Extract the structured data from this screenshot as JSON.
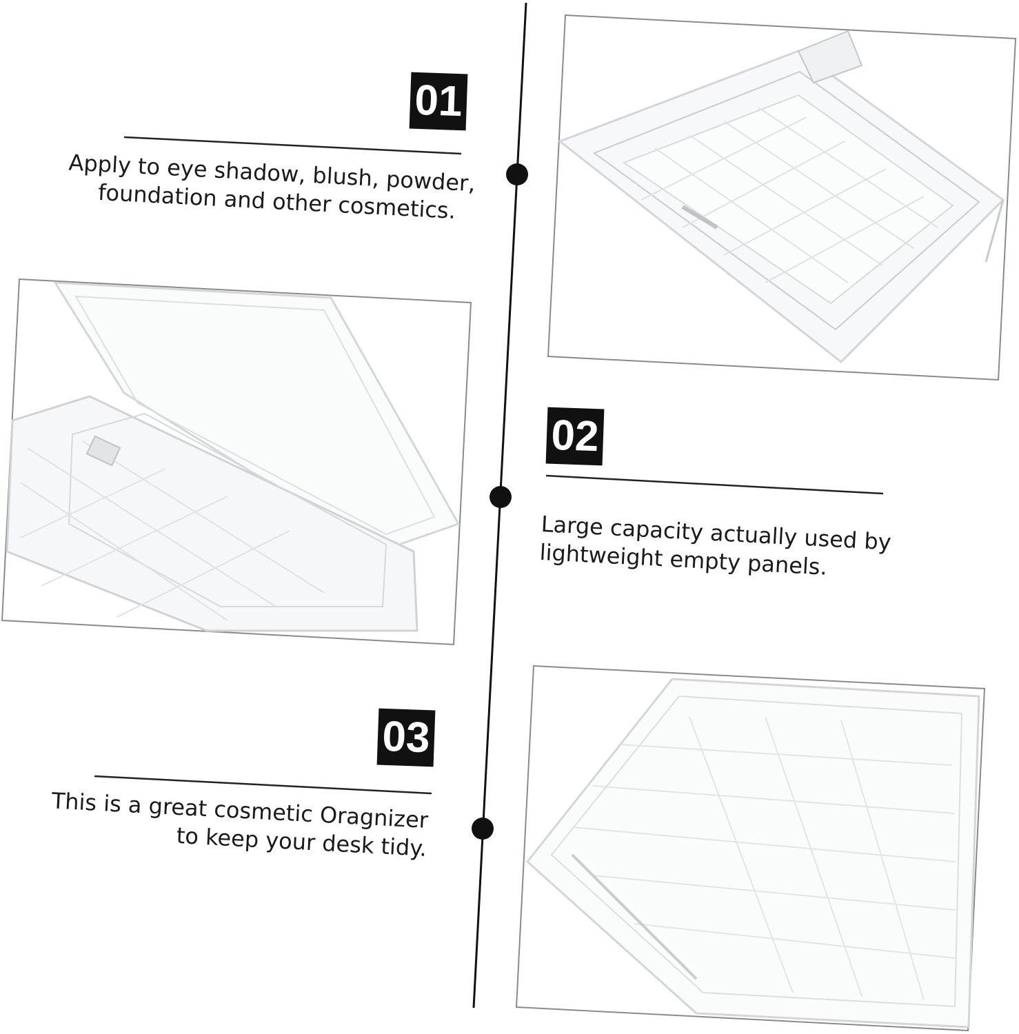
{
  "features": [
    {
      "number": "01",
      "lines": [
        "Apply to eye shadow, blush, powder,",
        "foundation and other cosmetics."
      ]
    },
    {
      "number": "02",
      "lines": [
        "Large capacity actually used by",
        "lightweight empty panels."
      ]
    },
    {
      "number": "03",
      "lines": [
        "This is a great cosmetic Oragnizer",
        "to keep your desk tidy."
      ]
    }
  ]
}
